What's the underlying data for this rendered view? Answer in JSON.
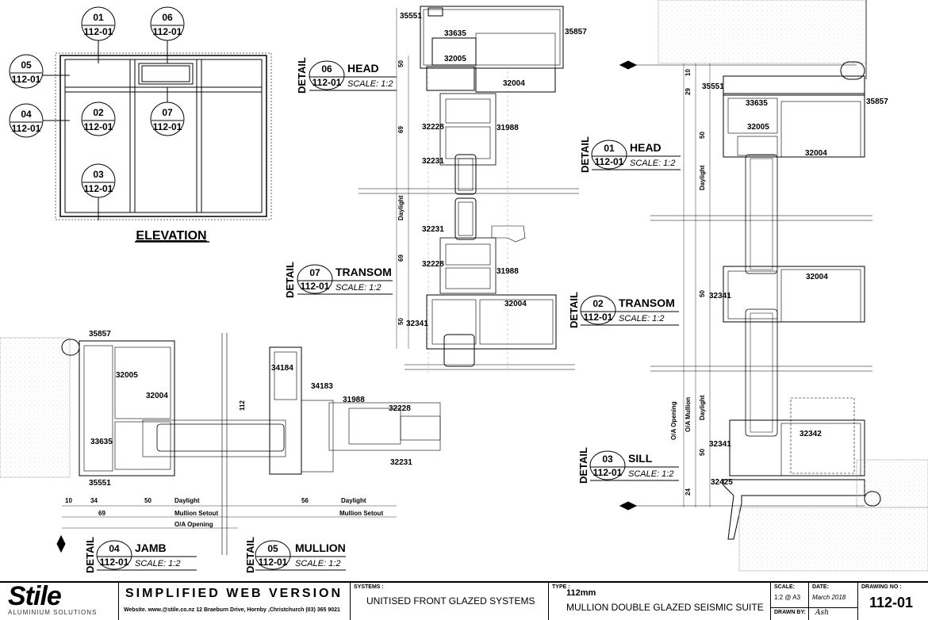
{
  "elevation": {
    "title": "ELEVATION",
    "callouts": [
      {
        "id": "01",
        "ref": "112-01"
      },
      {
        "id": "06",
        "ref": "112-01"
      },
      {
        "id": "05",
        "ref": "112-01"
      },
      {
        "id": "04",
        "ref": "112-01"
      },
      {
        "id": "02",
        "ref": "112-01"
      },
      {
        "id": "07",
        "ref": "112-01"
      },
      {
        "id": "03",
        "ref": "112-01"
      }
    ]
  },
  "details": {
    "word": "DETAIL",
    "head_mid": {
      "id": "06",
      "ref": "112-01",
      "title": "HEAD",
      "scale": "SCALE: 1:2"
    },
    "transom_mid": {
      "id": "07",
      "ref": "112-01",
      "title": "TRANSOM",
      "scale": "SCALE: 1:2"
    },
    "head_right": {
      "id": "01",
      "ref": "112-01",
      "title": "HEAD",
      "scale": "SCALE: 1:2"
    },
    "transom_right": {
      "id": "02",
      "ref": "112-01",
      "title": "TRANSOM",
      "scale": "SCALE: 1:2"
    },
    "sill_right": {
      "id": "03",
      "ref": "112-01",
      "title": "SILL",
      "scale": "SCALE: 1:2"
    },
    "jamb": {
      "id": "04",
      "ref": "112-01",
      "title": "JAMB",
      "scale": "SCALE: 1:2"
    },
    "mullion": {
      "id": "05",
      "ref": "112-01",
      "title": "MULLION",
      "scale": "SCALE: 1:2"
    }
  },
  "part_labels": {
    "mid": [
      "35551",
      "33635",
      "35857",
      "32005",
      "32004",
      "32228",
      "31988",
      "32231",
      "32231",
      "32228",
      "31988",
      "32004",
      "32341"
    ],
    "right": [
      "35551",
      "33635",
      "35857",
      "32005",
      "32004",
      "32004",
      "32341",
      "32342",
      "32341",
      "32425"
    ],
    "jamb": [
      "35857",
      "32005",
      "32004",
      "33635",
      "35551"
    ],
    "mullion": [
      "34184",
      "34183",
      "31988",
      "32228",
      "32231"
    ]
  },
  "dims": {
    "mid": [
      "50",
      "69",
      "Daylight",
      "69",
      "50"
    ],
    "right": [
      "10",
      "29",
      "50",
      "Daylight",
      "50",
      "O/A Opening",
      "O/A Mullion",
      "Daylight",
      "50",
      "24"
    ],
    "jamb": [
      "10",
      "34",
      "50",
      "Daylight",
      "69",
      "Mullion Setout",
      "O/A Opening"
    ],
    "mullion": [
      "112",
      "56",
      "Daylight",
      "Mullion Setout"
    ]
  },
  "title_block": {
    "brand": "Stile",
    "brand_sub": "ALUMINIUM SOLUTIONS",
    "version": "SIMPLIFIED WEB VERSION",
    "contact": "Website. www.@stile.co.nz  12 Braeburn Drive, Hornby ,Christchurch (03) 365 9021",
    "systems_label": "SYSTEMS :",
    "systems": "UNITISED FRONT GLAZED SYSTEMS",
    "type_label": "TYPE :",
    "type_size": "112mm",
    "type_desc": "MULLION DOUBLE GLAZED SEISMIC SUITE",
    "scale_label": "SCALE:",
    "scale": "1:2 @ A3",
    "date_label": "DATE:",
    "date": "March 2018",
    "drawn_label": "DRAWN BY:",
    "drawn": "Ash",
    "drawing_label": "DRAWING NO :",
    "drawing": "112-01"
  }
}
